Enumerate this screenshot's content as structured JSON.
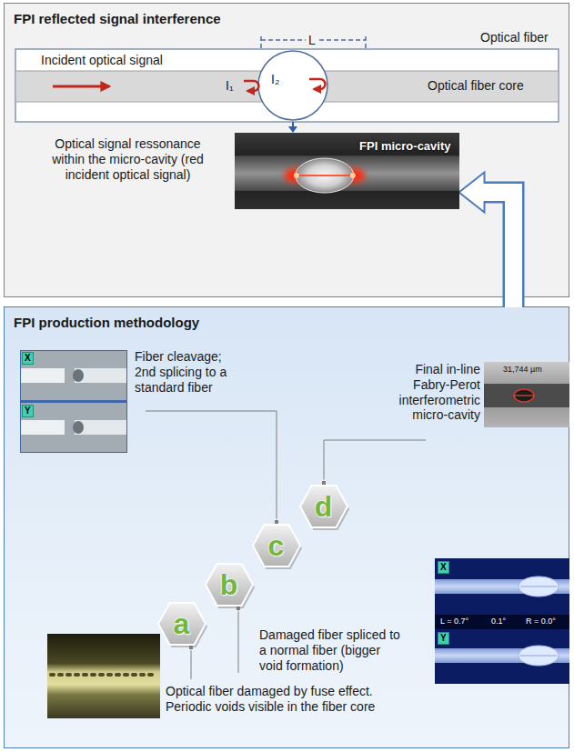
{
  "diagram": {
    "nodes": [
      {
        "text": [
          "FPI reflected signal interference"
        ]
      },
      {
        "text": [
          "FPI micro-cavity"
        ],
        "in": 0
      },
      {
        "text": [
          "FPI production methodology"
        ]
      },
      {
        "text": [
          "a"
        ],
        "in": 2
      },
      {
        "text": [
          "b"
        ],
        "in": 2
      },
      {
        "text": [
          "c"
        ],
        "in": 2
      },
      {
        "text": [
          "d"
        ],
        "in": 2
      }
    ],
    "edges": [
      {
        "from": 2,
        "to": 1,
        "arrow": "to"
      }
    ],
    "labels": [
      "Optical fiber",
      "Incident optical signal",
      "L",
      "I₁",
      "I₂",
      "Optical fiber core",
      "Optical signal ressonance within the micro-cavity (red incident optical signal)",
      "X",
      "Y",
      "Fiber cleavage; 2nd splicing to a standard fiber",
      "Final in-line Fabry-Perot interferometric micro-cavity",
      "31,744 µm",
      "Damaged fiber spliced to a normal fiber (bigger void formation)",
      "X",
      "Y",
      "L = 0.7°",
      "0.1°",
      "R = 0.0°",
      "Optical fiber damaged by fuse effect. Periodic voids visible in the fiber core"
    ]
  }
}
